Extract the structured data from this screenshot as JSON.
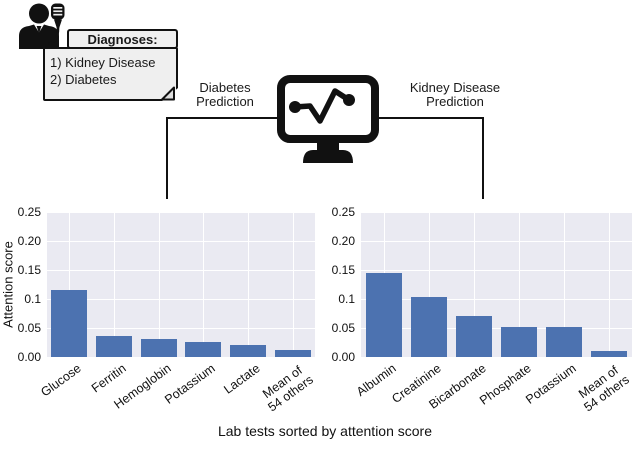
{
  "figure": {
    "note": {
      "title": "Diagnoses:",
      "lines": [
        "1) Kidney Disease",
        "2) Diabetes"
      ]
    },
    "branches": {
      "left_label": "Diabetes\nPrediction",
      "right_label": "Kidney Disease\nPrediction"
    },
    "icons": {
      "clinician": "person-silhouette",
      "microphone": "dictation-microphone",
      "monitor": "monitor-with-waveform"
    },
    "caption": "Lab tests sorted by attention score"
  },
  "colors": {
    "bar": "#4c72b0",
    "plot_background": "#eaeaf2",
    "gridline": "#ffffff",
    "line_art": "#111111"
  },
  "chart_data": [
    {
      "type": "bar",
      "title": "Diabetes Prediction",
      "categories": [
        "Glucose",
        "Ferritin",
        "Hemoglobin",
        "Potassium",
        "Lactate",
        "Mean of\n54 others"
      ],
      "values": [
        0.115,
        0.036,
        0.031,
        0.026,
        0.02,
        0.013
      ],
      "xlabel": "Lab tests sorted by attention score",
      "ylabel": "Attention score",
      "ylim": [
        0,
        0.25
      ],
      "yticks": [
        "0.00",
        "0.05",
        "0.1",
        "0.15",
        "0.20",
        "0.25"
      ],
      "grid": true,
      "legend": false
    },
    {
      "type": "bar",
      "title": "Kidney Disease Prediction",
      "categories": [
        "Albumin",
        "Creatinine",
        "Bicarbonate",
        "Phosphate",
        "Potassium",
        "Mean of\n54 others"
      ],
      "values": [
        0.145,
        0.103,
        0.071,
        0.051,
        0.051,
        0.01
      ],
      "xlabel": "Lab tests sorted by attention score",
      "ylabel": "",
      "ylim": [
        0,
        0.25
      ],
      "yticks": [
        "0.00",
        "0.05",
        "0.1",
        "0.15",
        "0.20",
        "0.25"
      ],
      "grid": true,
      "legend": false
    }
  ]
}
